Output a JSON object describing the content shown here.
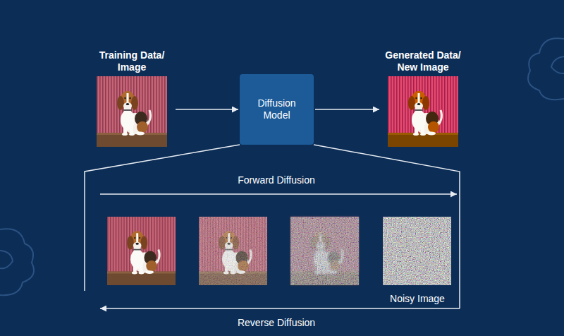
{
  "diagram": {
    "nodes": [
      {
        "text": [
          "Training Data/ Image"
        ]
      },
      {
        "text": [
          "Diffusion Model"
        ]
      },
      {
        "text": [
          "Generated Data/ New Image"
        ]
      },
      {
        "text": [
          "Noisy Image"
        ]
      }
    ],
    "edges": [
      {
        "from": 0,
        "to": 1,
        "arrow": "to"
      },
      {
        "from": 1,
        "to": 2,
        "arrow": "to"
      }
    ],
    "labels": [
      "Forward Diffusion",
      "Reverse Diffusion"
    ]
  }
}
